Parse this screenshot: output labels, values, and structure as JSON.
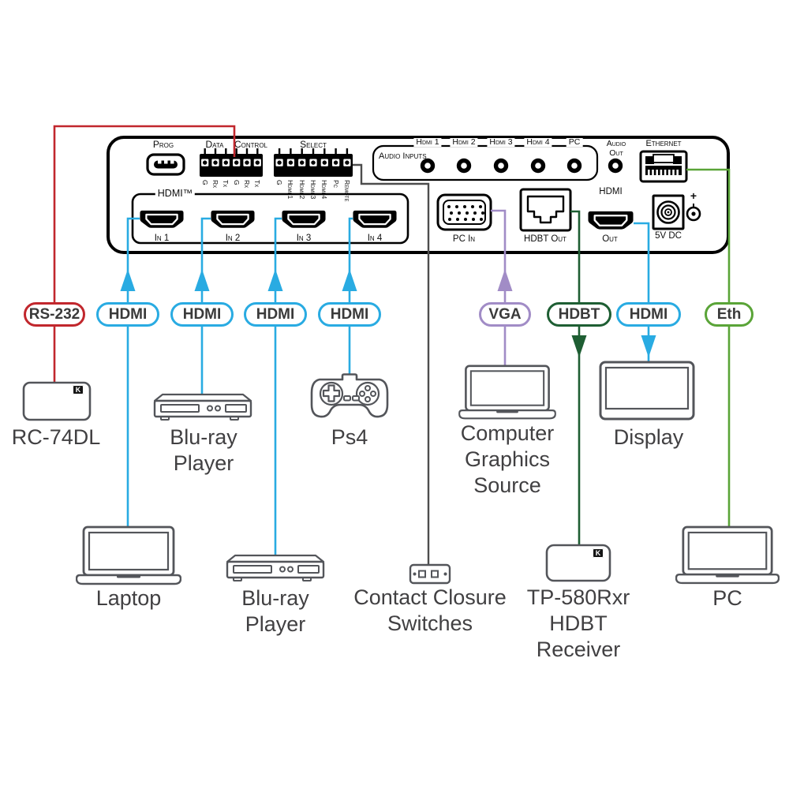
{
  "panel": {
    "labels": {
      "prog": "Prog",
      "data": "Data",
      "control": "Control",
      "select": "Select",
      "audio_inputs": "Audio Inputs",
      "audio_out_1": "Audio",
      "audio_out_2": "Out",
      "ethernet": "Ethernet",
      "hdmi_group": "HDMI™",
      "pc_in": "PC In",
      "hdbt_out": "HDBT Out",
      "hdmi_out_top": "HDMI",
      "hdmi_out_bottom": "Out",
      "power": "5V DC",
      "polarity": "+"
    },
    "data_control_pins": [
      "G",
      "Rx",
      "Tx",
      "G",
      "Rx",
      "Tx"
    ],
    "select_pins": [
      "G",
      "Hdmi 1",
      "Hdmi 2",
      "Hdmi 3",
      "Hdmi 4",
      "Pc",
      "Remote"
    ],
    "audio_channels": [
      "Hdmi 1",
      "Hdmi 2",
      "Hdmi 3",
      "Hdmi 4",
      "PC"
    ],
    "hdmi_inputs": [
      "In 1",
      "In 2",
      "In 3",
      "In 4"
    ]
  },
  "cables": {
    "rs232": {
      "label": "RS-232",
      "color": "#c1272d"
    },
    "hdmi_in1": {
      "label": "HDMI",
      "color": "#29abe2"
    },
    "hdmi_in2": {
      "label": "HDMI",
      "color": "#29abe2"
    },
    "hdmi_in3": {
      "label": "HDMI",
      "color": "#29abe2"
    },
    "hdmi_in4": {
      "label": "HDMI",
      "color": "#29abe2"
    },
    "vga": {
      "label": "VGA",
      "color": "#a18cc6"
    },
    "hdbt": {
      "label": "HDBT",
      "color": "#1e5e33"
    },
    "hdmi_out": {
      "label": "HDMI",
      "color": "#29abe2"
    },
    "eth": {
      "label": "Eth",
      "color": "#5aa438"
    },
    "remote": {
      "color": "#4d4d4d"
    }
  },
  "devices": {
    "rc74dl": {
      "label": "RC-74DL",
      "logo": "K"
    },
    "bluray_top": {
      "line1": "Blu-ray",
      "line2": "Player"
    },
    "ps4": {
      "label": "Ps4"
    },
    "cgs": {
      "line1": "Computer",
      "line2": "Graphics",
      "line3": "Source"
    },
    "display": {
      "label": "Display"
    },
    "laptop": {
      "label": "Laptop"
    },
    "bluray_bottom": {
      "line1": "Blu-ray",
      "line2": "Player"
    },
    "ccs": {
      "line1": "Contact Closure",
      "line2": "Switches"
    },
    "tp580": {
      "line1": "TP-580Rxr",
      "line2": "HDBT",
      "line3": "Receiver",
      "logo": "K"
    },
    "pc": {
      "label": "PC"
    }
  }
}
